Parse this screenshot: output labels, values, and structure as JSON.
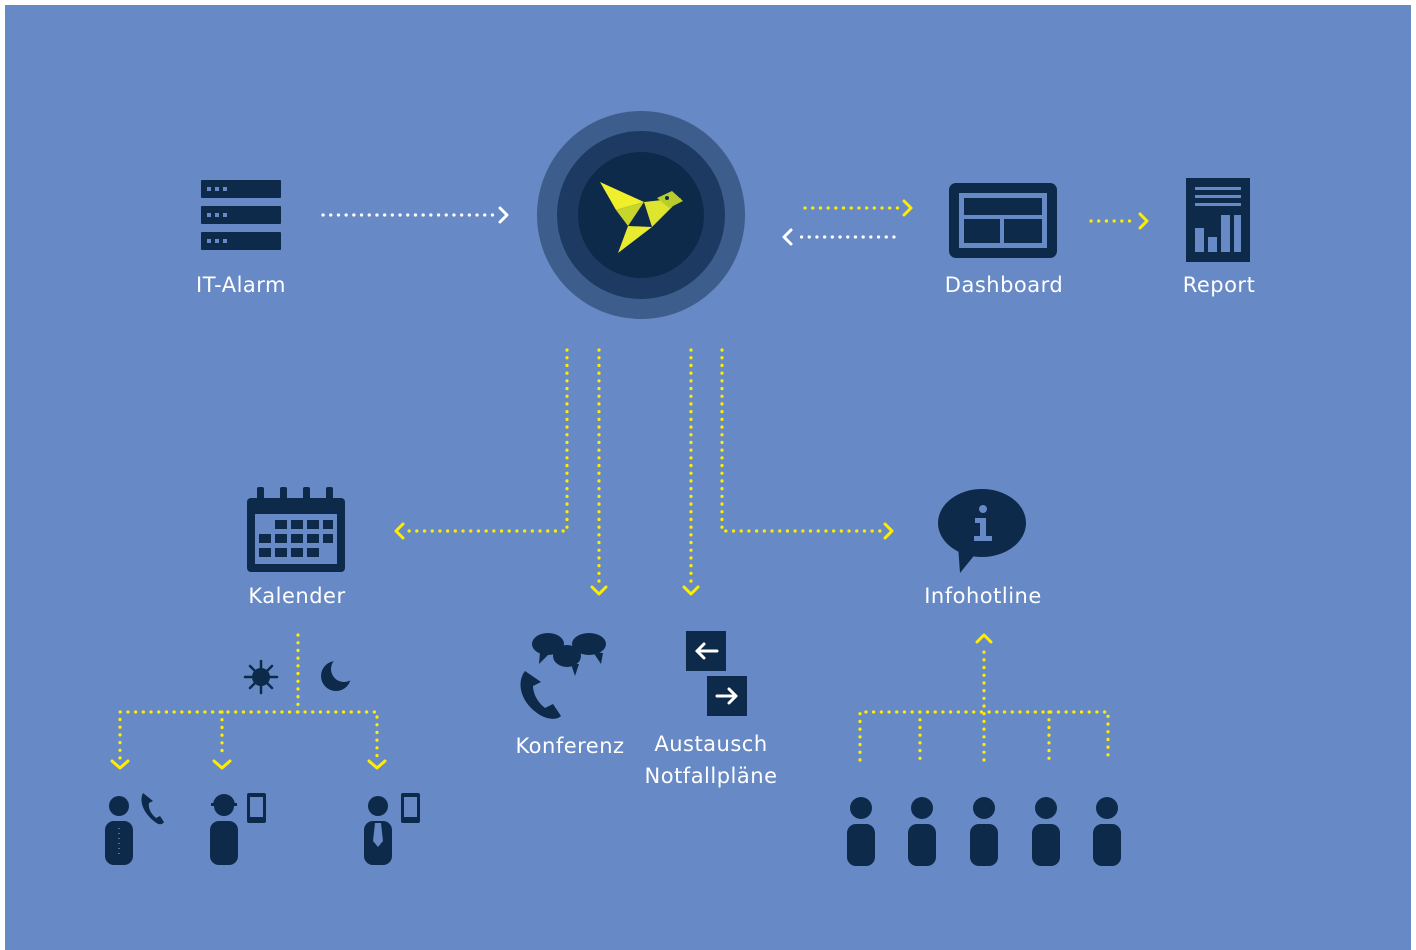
{
  "colors": {
    "background": "#6789c5",
    "icon": "#0d2a4a",
    "connector": "#ffed00",
    "hub_outer": "#3d5d8c",
    "hub_mid": "#1d3a62",
    "hub_inner": "#0d2a4a",
    "bird": "#e6e82a"
  },
  "nodes": {
    "it_alarm": {
      "label": "IT-Alarm",
      "icon": "server-rack-icon"
    },
    "hub": {
      "icon": "bird-logo-icon"
    },
    "dashboard": {
      "label": "Dashboard",
      "icon": "dashboard-icon"
    },
    "report": {
      "label": "Report",
      "icon": "report-chart-icon"
    },
    "kalender": {
      "label": "Kalender",
      "icon": "calendar-icon"
    },
    "konferenz": {
      "label": "Konferenz",
      "icon": "conference-chat-phone-icon"
    },
    "austausch": {
      "label_line1": "Austausch",
      "label_line2": "Notfallpläne",
      "icon": "exchange-arrows-icon"
    },
    "infohotline": {
      "label": "Infohotline",
      "icon": "info-bubble-icon"
    }
  },
  "shift_icons": [
    "sun-icon",
    "moon-icon"
  ],
  "on_call_people": [
    "person-phone-icon",
    "person-helmet-mobile-icon",
    "person-tie-mobile-icon"
  ],
  "hotline_callers_count": 5
}
